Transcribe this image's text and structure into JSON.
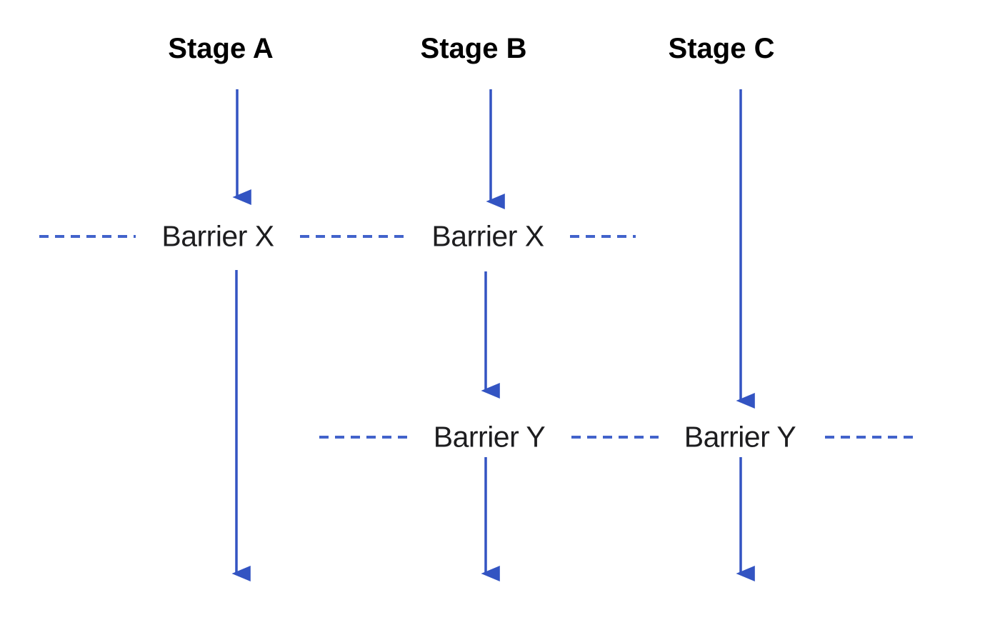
{
  "stages": [
    {
      "label": "Stage A"
    },
    {
      "label": "Stage B"
    },
    {
      "label": "Stage C"
    }
  ],
  "barriers": [
    {
      "label": "Barrier X"
    },
    {
      "label": "Barrier X"
    },
    {
      "label": "Barrier Y"
    },
    {
      "label": "Barrier Y"
    }
  ],
  "colors": {
    "arrow": "#3354c2",
    "dash": "#4263cb",
    "stage_text": "#000000",
    "barrier_text": "#1d1d1f",
    "bg": "#ffffff"
  }
}
